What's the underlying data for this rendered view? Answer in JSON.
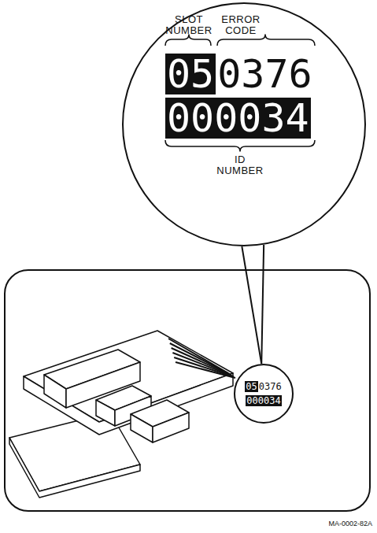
{
  "diagram": {
    "nodes": [
      {
        "text": [
          "SLOT NUMBER",
          "ERROR CODE",
          "05",
          "0376",
          "000034",
          "ID NUMBER"
        ]
      },
      {
        "text": [
          "05",
          "0376",
          "000034"
        ]
      }
    ],
    "edges": [
      {
        "from": 1,
        "to": 0,
        "arrow": "none"
      }
    ],
    "labels": [
      "MA-0002-82A"
    ]
  }
}
